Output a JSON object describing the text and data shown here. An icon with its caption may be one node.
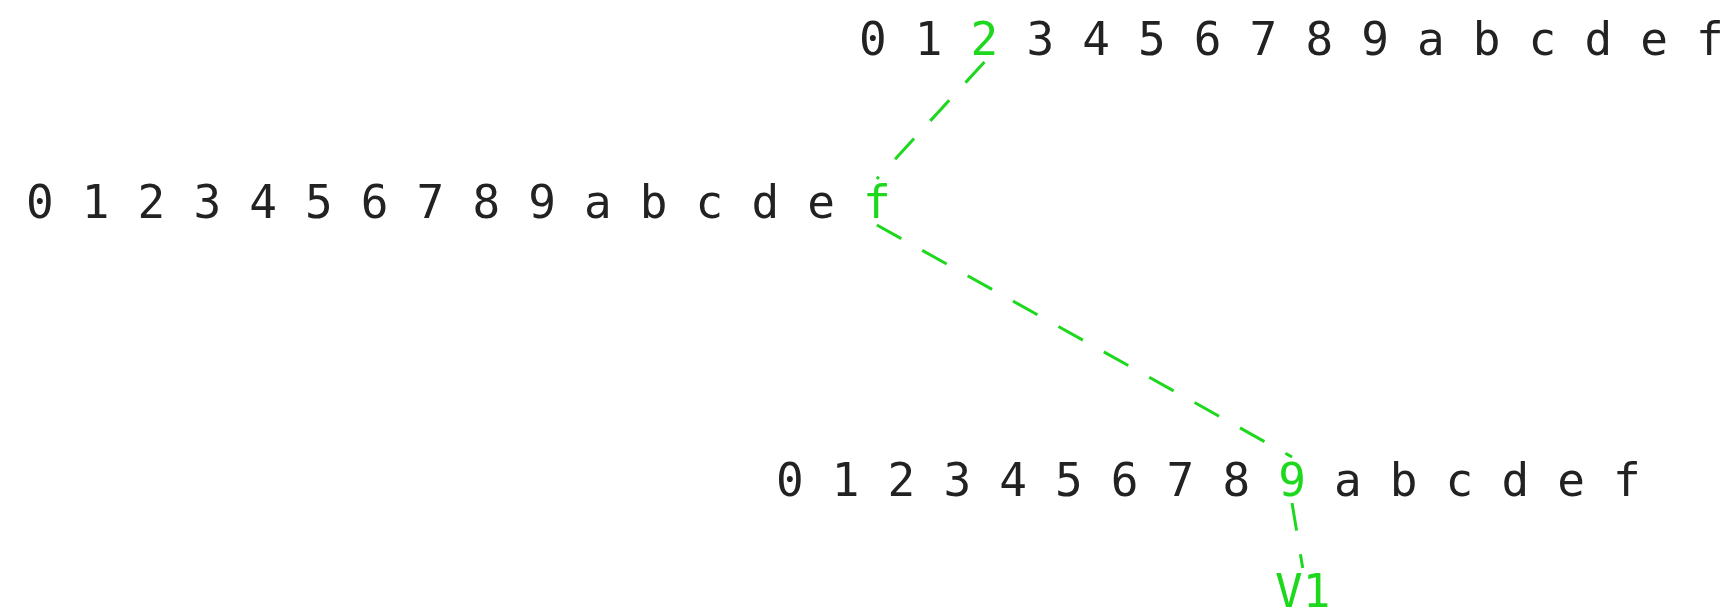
{
  "diagram": {
    "nodes": [
      {
        "text": [
          "2"
        ]
      },
      {
        "text": [
          "f"
        ]
      },
      {
        "text": [
          "9"
        ]
      },
      {
        "text": [
          "V1"
        ]
      }
    ],
    "edges": [
      {
        "from": 0,
        "to": 1,
        "arrow": "none",
        "style": "dashed"
      },
      {
        "from": 1,
        "to": 2,
        "arrow": "none",
        "style": "dashed"
      },
      {
        "from": 2,
        "to": 3,
        "arrow": "none",
        "style": "dashed"
      }
    ],
    "labels": [
      "0",
      "1",
      "3",
      "4",
      "5",
      "6",
      "7",
      "8",
      "9",
      "a",
      "b",
      "c",
      "d",
      "e",
      "f",
      "0",
      "1",
      "2",
      "3",
      "4",
      "5",
      "6",
      "7",
      "8",
      "9",
      "a",
      "b",
      "c",
      "d",
      "e",
      "0",
      "1",
      "2",
      "3",
      "4",
      "5",
      "6",
      "7",
      "8",
      "a",
      "b",
      "c",
      "d",
      "e",
      "f"
    ]
  }
}
